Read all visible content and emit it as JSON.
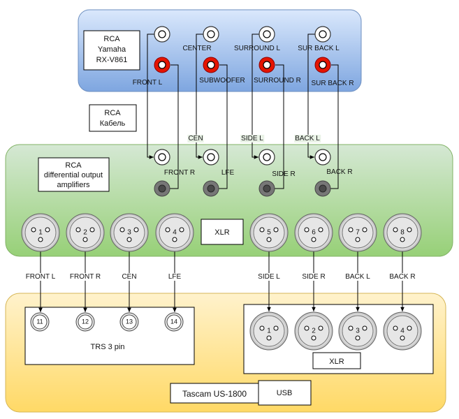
{
  "panels": {
    "receiver": {
      "title_lines": [
        "RCA",
        "Yamaha",
        "RX-V861"
      ],
      "color_top": "#dae8fc",
      "color_bottom": "#7ea6e0",
      "border": "#6c8ebf"
    },
    "amplifiers": {
      "title_lines": [
        "RCA",
        "differential output",
        "amplifiers"
      ],
      "color_top": "#d5e8d4",
      "color_bottom": "#97d077",
      "border": "#82b366"
    },
    "tascam": {
      "name": "Tascam US-1800",
      "usb_label": "USB",
      "color_top": "#fff2cc",
      "color_bottom": "#ffd966",
      "border": "#d6b656"
    }
  },
  "cable_label_lines": [
    "RCA",
    "Кабель"
  ],
  "receiver_jacks": [
    {
      "label": "FRONT L"
    },
    {
      "label": "CENTER"
    },
    {
      "label": "SUBWOOFER"
    },
    {
      "label": "SURROUND L"
    },
    {
      "label": "SURROUND R"
    },
    {
      "label": "SUR BACK L"
    },
    {
      "label": "SUR BACK R"
    }
  ],
  "wire_labels": [
    "CEN",
    "SIDE L",
    "BACK L"
  ],
  "amp_inputs": [
    {
      "label": "FRONT R"
    },
    {
      "label": "LFE"
    },
    {
      "label": "SIDE R"
    },
    {
      "label": "BACK R"
    }
  ],
  "amp_xlr_label": "XLR",
  "amp_xlr_outputs": [
    {
      "number": "1",
      "channel": "FRONT L"
    },
    {
      "number": "2",
      "channel": "FRONT R"
    },
    {
      "number": "3",
      "channel": "CEN"
    },
    {
      "number": "4",
      "channel": "LFE"
    },
    {
      "number": "5",
      "channel": "SIDE L"
    },
    {
      "number": "6",
      "channel": "SIDE R"
    },
    {
      "number": "7",
      "channel": "BACK L"
    },
    {
      "number": "8",
      "channel": "BACK R"
    }
  ],
  "trs_inputs": {
    "label": "TRS 3 pin",
    "numbers": [
      "11",
      "12",
      "13",
      "14"
    ]
  },
  "tascam_xlr_inputs": {
    "label": "XLR",
    "numbers": [
      "1",
      "2",
      "3",
      "4"
    ]
  },
  "colors": {
    "rca_white": "#ffffff",
    "rca_red": "#e51400",
    "rca_gray": "#777777",
    "xlr_fill": "#e6e6e6",
    "wire": "#000000"
  }
}
